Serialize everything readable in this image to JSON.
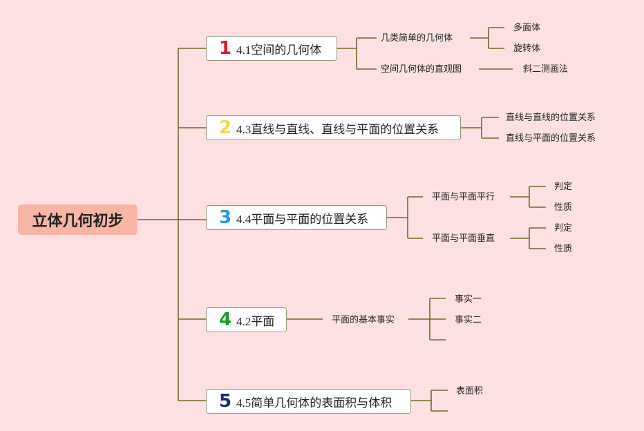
{
  "root": {
    "label": "立体几何初步"
  },
  "branches": [
    {
      "number": "1",
      "number_color": "#d11f35",
      "title": "4.1空间的几何体",
      "children": [
        {
          "label": "几类简单的几何体",
          "children": [
            "多面体",
            "旋转体"
          ]
        },
        {
          "label": "空间几何体的直观图",
          "children": [
            "斜二测画法"
          ]
        }
      ]
    },
    {
      "number": "2",
      "number_color": "#f2d64b",
      "title": "4.3直线与直线、直线与平面的位置关系",
      "children": [
        {
          "label": "直线与直线的位置关系"
        },
        {
          "label": "直线与平面的位置关系"
        }
      ]
    },
    {
      "number": "3",
      "number_color": "#1e9bd7",
      "title": "4.4平面与平面的位置关系",
      "children": [
        {
          "label": "平面与平面平行",
          "children": [
            "判定",
            "性质"
          ]
        },
        {
          "label": "平面与平面垂直",
          "children": [
            "判定",
            "性质"
          ]
        }
      ]
    },
    {
      "number": "4",
      "number_color": "#1e9a2b",
      "title": "4.2平面",
      "children": [
        {
          "label": "平面的基本事实",
          "children": [
            "事实一",
            "事实二",
            ""
          ]
        }
      ]
    },
    {
      "number": "5",
      "number_color": "#1b2a6e",
      "title": "4.5简单几何体的表面积与体积",
      "children": [
        {
          "label": "表面积"
        },
        {
          "label": ""
        }
      ]
    }
  ],
  "colors": {
    "line": "#6b6b2a",
    "root_bg": "#f8b4a5",
    "page_bg": "#fde0e1"
  }
}
